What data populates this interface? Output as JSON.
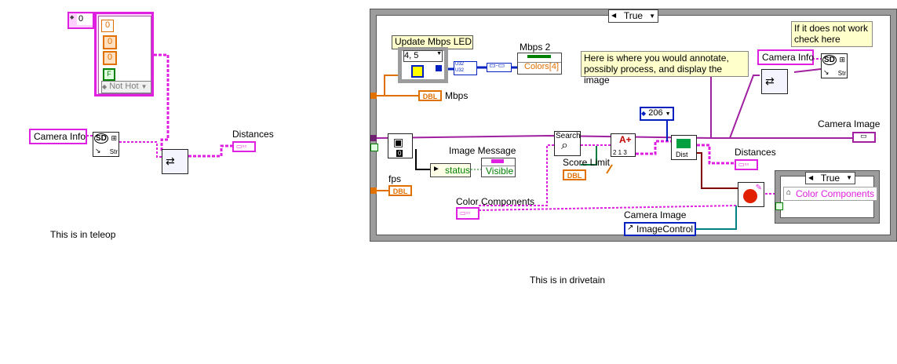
{
  "teleop": {
    "index_value": "0",
    "cluster_values": [
      "0",
      "0",
      "0"
    ],
    "bool_value": "F",
    "enum_value": "Not Hot",
    "camera_info_label": "Camera Info",
    "sd_label": "SD",
    "str_label": "Str",
    "distances_label": "Distances",
    "caption": "This is in teleop"
  },
  "drivetrain": {
    "case_selector": "True",
    "update_led_label": "Update Mbps LED",
    "led_index": "4, 5",
    "u32_label": "U32",
    "mbps2_label": "Mbps 2",
    "colors_label": "Colors[4]",
    "dbl_label": "DBL",
    "mbps_label": "Mbps",
    "comment_annotate": "Here is where you would annotate, possibly process, and display the image",
    "camera_info_label": "Camera Info",
    "comment_check": "If it does not work check here",
    "sd_label": "SD",
    "str_label": "Str",
    "camera_image_label_top": "Camera Image",
    "image_message_label": "Image Message",
    "status_label": "status",
    "visible_label": "Visible",
    "search_label": "Search",
    "score_limit_label": "Score Limit",
    "constant_206": "206",
    "dist_label": "Dist",
    "distances_label": "Distances",
    "fps_label": "fps",
    "color_components_label": "Color Components",
    "inner_case_selector": "True",
    "color_components_field": "Color Components",
    "camera_image_label_bottom": "Camera Image",
    "image_control_label": "ImageControl",
    "caption": "This is in drivetain"
  }
}
